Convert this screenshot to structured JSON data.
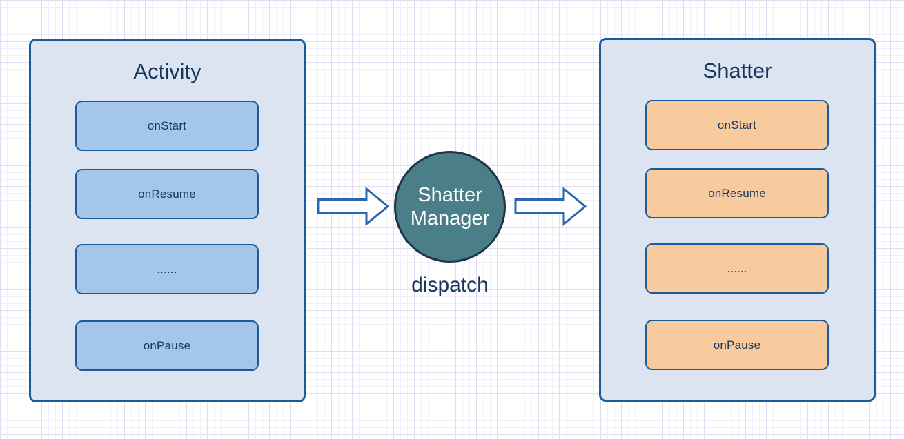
{
  "left_panel": {
    "title": "Activity",
    "items": [
      "onStart",
      "onResume",
      "......",
      "onPause"
    ]
  },
  "center_node": {
    "label_line1": "Shatter",
    "label_line2": "Manager",
    "caption": "dispatch"
  },
  "right_panel": {
    "title": "Shatter",
    "items": [
      "onStart",
      "onResume",
      "......",
      "onPause"
    ]
  },
  "colors": {
    "panel_fill": "#dce4f1",
    "panel_border": "#1c5a99",
    "activity_item_fill": "#a4c7e9",
    "shatter_item_fill": "#f7cb9e",
    "circle_fill": "#4a7f8a",
    "circle_border": "#1c3448",
    "text_navy": "#17365d",
    "arrow_stroke": "#2b67b0",
    "arrow_fill": "#ffffff",
    "grid_major": "#e0ddf0",
    "grid_minor": "#f1effa"
  }
}
